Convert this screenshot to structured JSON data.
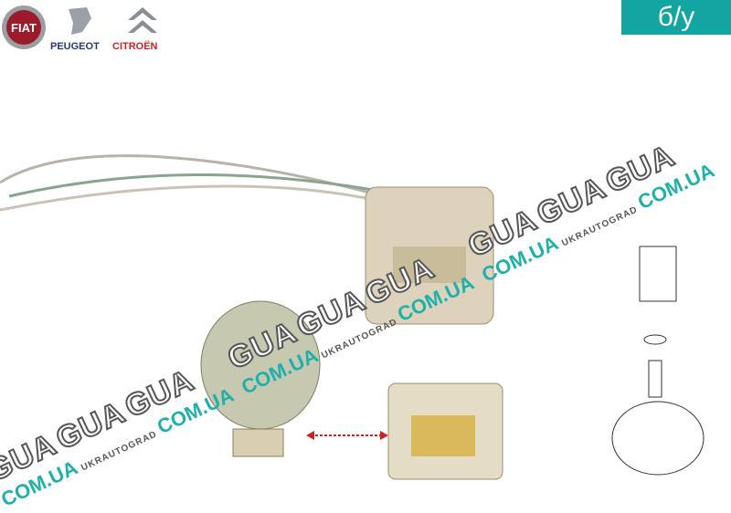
{
  "badge": {
    "label": "б/у",
    "color": "#13a5a1"
  },
  "brands": {
    "fiat": "FIAT",
    "peugeot": "PEUGEOT",
    "citroen": "CITROËN"
  },
  "watermark": {
    "big": "GUA",
    "domain": "COM.UA",
    "site": "UKRAUTOGRAD"
  }
}
